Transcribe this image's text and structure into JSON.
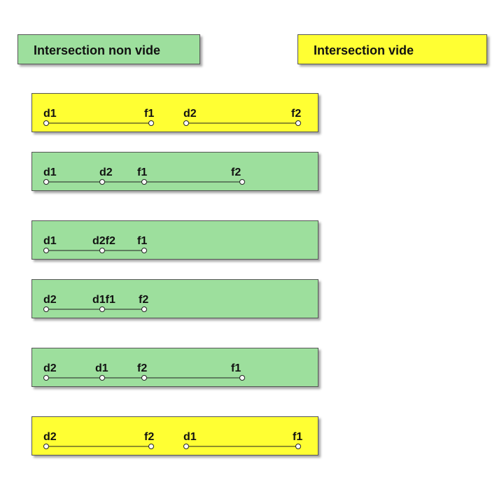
{
  "colors": {
    "overlap": "#9ddf9d",
    "disjoint": "#ffff33"
  },
  "legend": {
    "overlap_label": "Intersection non vide",
    "disjoint_label": "Intersection vide"
  },
  "rows": [
    {
      "kind": "disjoint",
      "points": [
        "d1",
        "f1",
        "d2",
        "f2"
      ],
      "lines": [
        [
          0,
          1
        ],
        [
          2,
          3
        ]
      ]
    },
    {
      "kind": "overlap",
      "points": [
        "d1",
        "d2",
        "f1",
        "f2"
      ],
      "lines": [
        [
          0,
          1
        ],
        [
          1,
          2
        ],
        [
          2,
          3
        ]
      ]
    },
    {
      "kind": "overlap",
      "points": [
        "d1",
        "d2f2",
        "f1"
      ],
      "lines": [
        [
          0,
          1
        ],
        [
          1,
          2
        ]
      ]
    },
    {
      "kind": "overlap",
      "points": [
        "d2",
        "d1f1",
        "f2"
      ],
      "lines": [
        [
          0,
          1
        ],
        [
          1,
          2
        ]
      ]
    },
    {
      "kind": "overlap",
      "points": [
        "d2",
        "d1",
        "f2",
        "f1"
      ],
      "lines": [
        [
          0,
          1
        ],
        [
          1,
          2
        ],
        [
          2,
          3
        ]
      ]
    },
    {
      "kind": "disjoint",
      "points": [
        "d2",
        "f2",
        "d1",
        "f1"
      ],
      "lines": [
        [
          0,
          1
        ],
        [
          2,
          3
        ]
      ]
    }
  ]
}
